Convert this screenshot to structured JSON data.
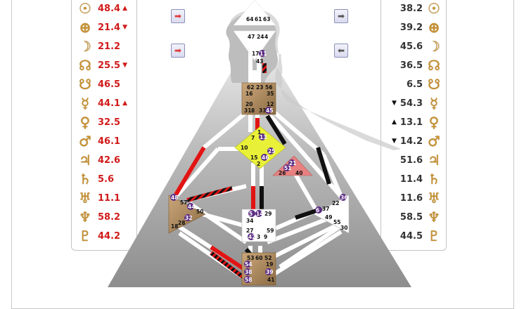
{
  "left_column": [
    {
      "planet": "sun-icon",
      "glyph": "☉",
      "value": "48.4",
      "arrow": "▲"
    },
    {
      "planet": "earth-icon",
      "glyph": "⊕",
      "value": "21.4",
      "arrow": "▼"
    },
    {
      "planet": "moon-icon",
      "glyph": "☽",
      "value": "21.2",
      "arrow": ""
    },
    {
      "planet": "north-node-icon",
      "glyph": "☊",
      "value": "25.5",
      "arrow": "▼"
    },
    {
      "planet": "south-node-icon",
      "glyph": "☋",
      "value": "46.5",
      "arrow": ""
    },
    {
      "planet": "mercury-icon",
      "glyph": "☿",
      "value": "44.1",
      "arrow": "▲"
    },
    {
      "planet": "venus-icon",
      "glyph": "♀",
      "value": "32.5",
      "arrow": ""
    },
    {
      "planet": "mars-icon",
      "glyph": "♂",
      "value": "46.1",
      "arrow": ""
    },
    {
      "planet": "jupiter-icon",
      "glyph": "♃",
      "value": "42.6",
      "arrow": ""
    },
    {
      "planet": "saturn-icon",
      "glyph": "♄",
      "value": "5.6",
      "arrow": ""
    },
    {
      "planet": "uranus-icon",
      "glyph": "♅",
      "value": "11.1",
      "arrow": ""
    },
    {
      "planet": "neptune-icon",
      "glyph": "♆",
      "value": "58.2",
      "arrow": ""
    },
    {
      "planet": "pluto-icon",
      "glyph": "♇",
      "value": "44.2",
      "arrow": ""
    }
  ],
  "right_column": [
    {
      "planet": "sun-icon",
      "glyph": "☉",
      "value": "38.2",
      "arrow": ""
    },
    {
      "planet": "earth-icon",
      "glyph": "⊕",
      "value": "39.2",
      "arrow": ""
    },
    {
      "planet": "moon-icon",
      "glyph": "☽",
      "value": "45.6",
      "arrow": ""
    },
    {
      "planet": "north-node-icon",
      "glyph": "☊",
      "value": "36.5",
      "arrow": ""
    },
    {
      "planet": "south-node-icon",
      "glyph": "☋",
      "value": "6.5",
      "arrow": ""
    },
    {
      "planet": "mercury-icon",
      "glyph": "☿",
      "value": "54.3",
      "arrow": "▼"
    },
    {
      "planet": "venus-icon",
      "glyph": "♀",
      "value": "13.1",
      "arrow": "▲"
    },
    {
      "planet": "mars-icon",
      "glyph": "♂",
      "value": "14.2",
      "arrow": "▼"
    },
    {
      "planet": "jupiter-icon",
      "glyph": "♃",
      "value": "51.6",
      "arrow": ""
    },
    {
      "planet": "saturn-icon",
      "glyph": "♄",
      "value": "11.4",
      "arrow": ""
    },
    {
      "planet": "uranus-icon",
      "glyph": "♅",
      "value": "11.6",
      "arrow": ""
    },
    {
      "planet": "neptune-icon",
      "glyph": "♆",
      "value": "58.5",
      "arrow": ""
    },
    {
      "planet": "pluto-icon",
      "glyph": "♇",
      "value": "44.5",
      "arrow": ""
    }
  ],
  "buttons": {
    "left_top": "➡",
    "left_mid": "➡",
    "right_top": "➡",
    "right_mid": "⬅"
  },
  "colors": {
    "center_tan": "#b18a5b",
    "channel_red": "#e11414",
    "gate_purple": "#5a2a82",
    "g_center": "#e8f038",
    "spleen_red": "#e88080",
    "body_grey": "#9a9a9a"
  },
  "gates": {
    "head": [
      "64",
      "61",
      "63"
    ],
    "ajna": [
      "47",
      "24",
      "4"
    ],
    "ajna_low": [
      "17",
      "11",
      "43"
    ],
    "throat": [
      "62",
      "23",
      "56",
      "16",
      "35",
      "20",
      "31",
      "8",
      "33",
      "12",
      "45"
    ],
    "g": [
      "1",
      "7",
      "13",
      "10",
      "25",
      "15",
      "46",
      "2"
    ],
    "ego": [
      "21",
      "51",
      "26",
      "40"
    ],
    "spleen": [
      "48",
      "57",
      "44",
      "50",
      "32",
      "28",
      "18"
    ],
    "sacral": [
      "5",
      "14",
      "29",
      "34",
      "27",
      "42",
      "3",
      "9",
      "59"
    ],
    "solar": [
      "36",
      "22",
      "6",
      "37",
      "49",
      "55",
      "30"
    ],
    "root": [
      "53",
      "60",
      "52",
      "54",
      "19",
      "38",
      "39",
      "58",
      "41"
    ]
  }
}
